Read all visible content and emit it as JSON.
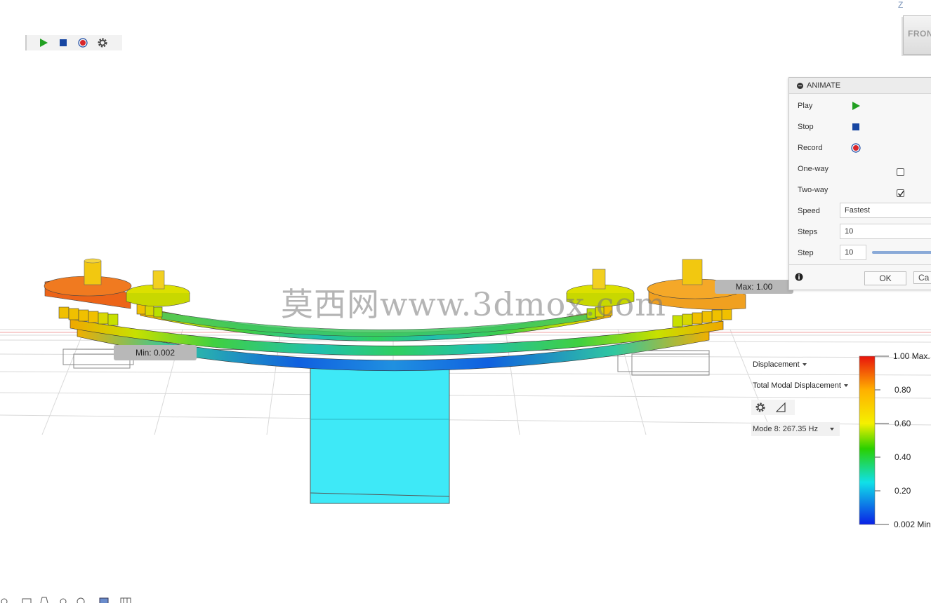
{
  "viewcube": {
    "face_label": "FRONT",
    "axis_label": "Z"
  },
  "animate_panel": {
    "title": "ANIMATE",
    "rows": [
      {
        "label": "Play"
      },
      {
        "label": "Stop"
      },
      {
        "label": "Record"
      },
      {
        "label": "One-way",
        "checked": false
      },
      {
        "label": "Two-way",
        "checked": true
      },
      {
        "label": "Speed",
        "value": "Fastest"
      },
      {
        "label": "Steps",
        "value": "10"
      },
      {
        "label": "Step",
        "value": "10"
      }
    ],
    "ok_label": "OK",
    "cancel_label": "Ca"
  },
  "result": {
    "min_label": "Min: 0.002",
    "max_label": "Max: 1.00",
    "display_dropdown": "Displacement",
    "type_dropdown": "Total Modal Displacement",
    "mode_dropdown": "Mode 8: 267.35 Hz"
  },
  "legend": {
    "ticks": [
      "1.00 Max.",
      "0.80",
      "0.60",
      "0.40",
      "0.20",
      "0.002 Min"
    ]
  },
  "watermark": "莫西网www.3dmox.com",
  "colors": {
    "play": "#22a022",
    "stop": "#1746a2",
    "record": "#d9262b",
    "part_cyan": "#3ee9f7"
  }
}
